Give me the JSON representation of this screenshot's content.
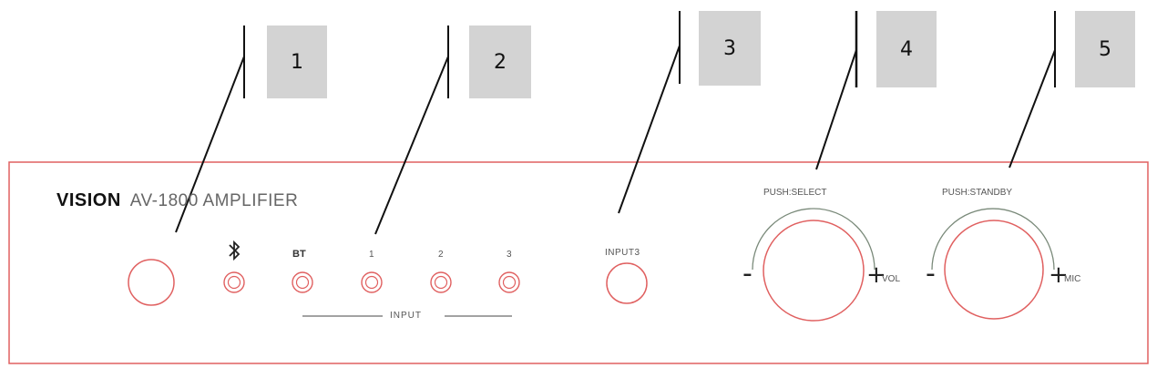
{
  "callouts": [
    "1",
    "2",
    "3",
    "4",
    "5"
  ],
  "panel": {
    "brand": "VISION",
    "model": "AV-1800 AMPLIFIER",
    "bt_label": "BT",
    "input_numbers": [
      "1",
      "2",
      "3"
    ],
    "input_group_label": "INPUT",
    "input3_label": "INPUT3",
    "vol_knob": {
      "caption": "PUSH:SELECT",
      "minus": "-",
      "plus": "+",
      "suffix": "VOL"
    },
    "mic_knob": {
      "caption": "PUSH:STANDBY",
      "minus": "-",
      "plus": "+",
      "suffix": "MIC"
    }
  },
  "icons": {
    "bluetooth": "bluetooth-icon"
  },
  "colors": {
    "panel_outline": "#e06060",
    "jack": "#e06060",
    "callout_box": "#d3d3d3",
    "leader": "#111111",
    "arc": "#7a8a7a"
  }
}
